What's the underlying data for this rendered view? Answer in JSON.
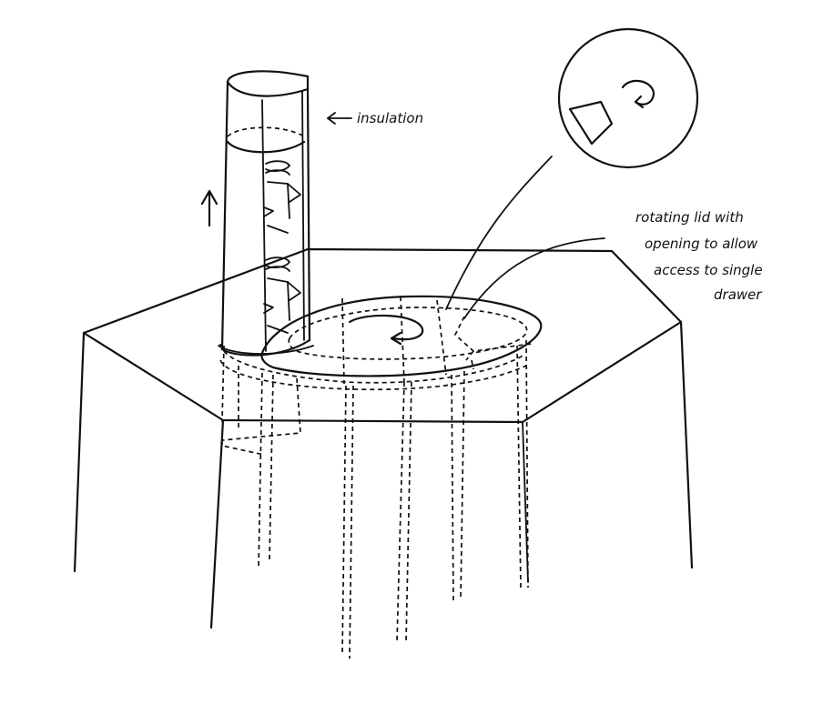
{
  "labels": {
    "insulation": "insulation",
    "lid_line1": "rotating lid with",
    "lid_line2": "opening to allow",
    "lid_line3": "access to single",
    "lid_line4": "drawer"
  },
  "colors": {
    "ink": "#111111",
    "paper": "#ffffff"
  },
  "icons": {
    "lift_arrow": "up-arrow-icon",
    "rotation": "rotate-arrow-icon"
  }
}
